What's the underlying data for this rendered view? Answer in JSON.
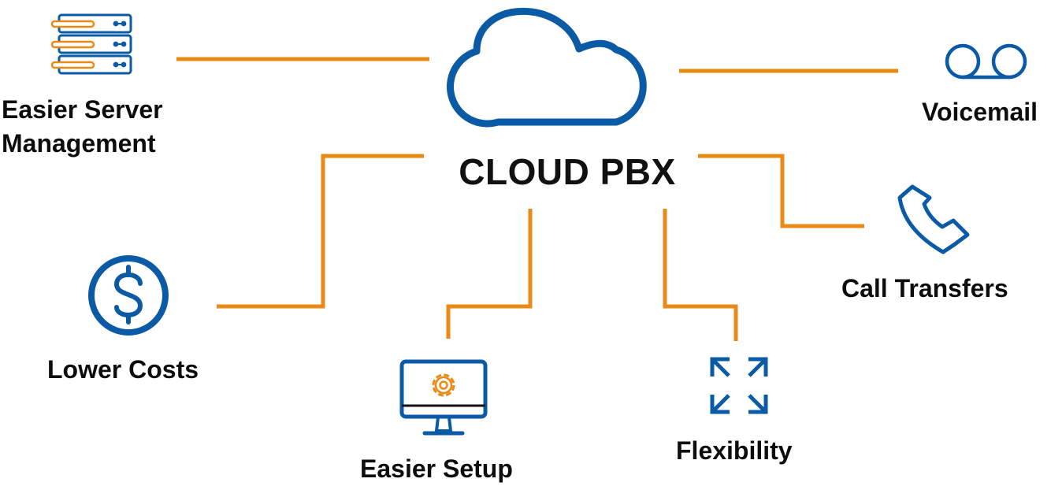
{
  "center": {
    "title": "CLOUD PBX",
    "icon": "cloud-icon"
  },
  "features": {
    "server": {
      "label_line1": "Easier Server",
      "label_line2": "Management",
      "icon": "server-rack-icon"
    },
    "voicemail": {
      "label": "Voicemail",
      "icon": "voicemail-icon"
    },
    "costs": {
      "label": "Lower Costs",
      "icon": "dollar-coin-icon"
    },
    "setup": {
      "label": "Easier Setup",
      "icon": "monitor-gear-icon"
    },
    "flex": {
      "label": "Flexibility",
      "icon": "expand-arrows-icon"
    },
    "transfers": {
      "label": "Call Transfers",
      "icon": "phone-handset-icon"
    }
  },
  "colors": {
    "primary_blue": "#0b5aa6",
    "accent_orange": "#ea8a16",
    "text": "#0d0d0d"
  }
}
